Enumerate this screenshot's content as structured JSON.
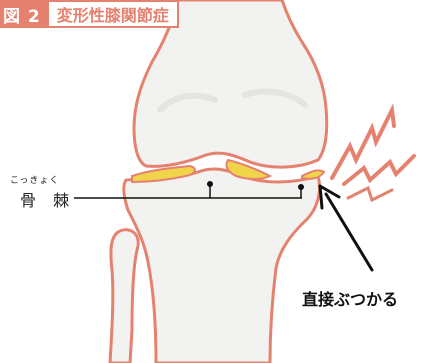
{
  "figure": {
    "number": "図 2",
    "title": "変形性膝関節症"
  },
  "annotations": {
    "osteophyte_reading": "こっきょく",
    "osteophyte_label": "骨 棘",
    "impact_label": "直接ぶつかる"
  },
  "colors": {
    "accent": "#e5816f",
    "bone_outline": "#e5816f",
    "bone_fill": "#f2f2f0",
    "osteophyte": "#f0d44a",
    "line": "#111111"
  }
}
